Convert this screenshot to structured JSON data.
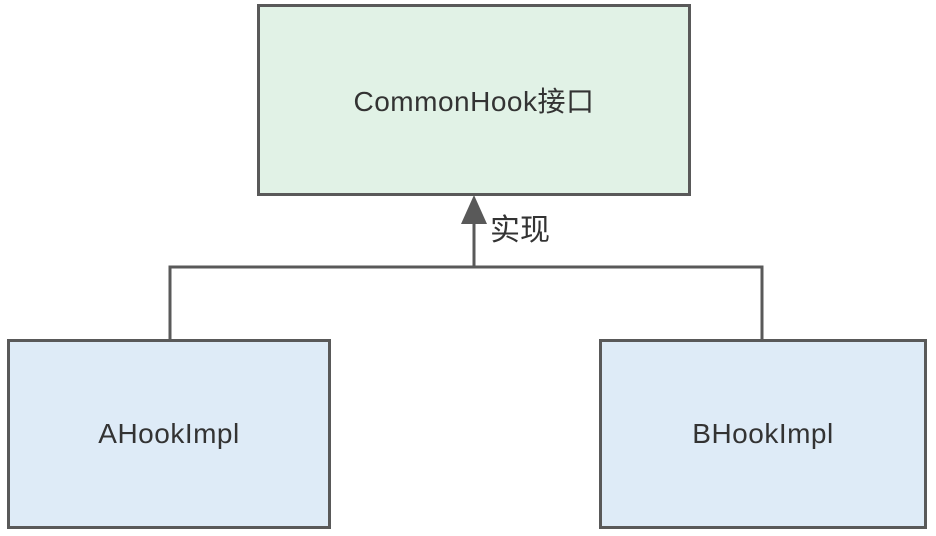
{
  "diagram": {
    "nodes": {
      "interface": {
        "label": "CommonHook接口"
      },
      "impl_a": {
        "label": "AHookImpl"
      },
      "impl_b": {
        "label": "BHookImpl"
      }
    },
    "edge": {
      "label": "实现"
    },
    "colors": {
      "stroke": "#595959",
      "interface_fill": "#E1F2E6",
      "impl_fill": "#DEEBF7",
      "text": "#333333"
    }
  }
}
